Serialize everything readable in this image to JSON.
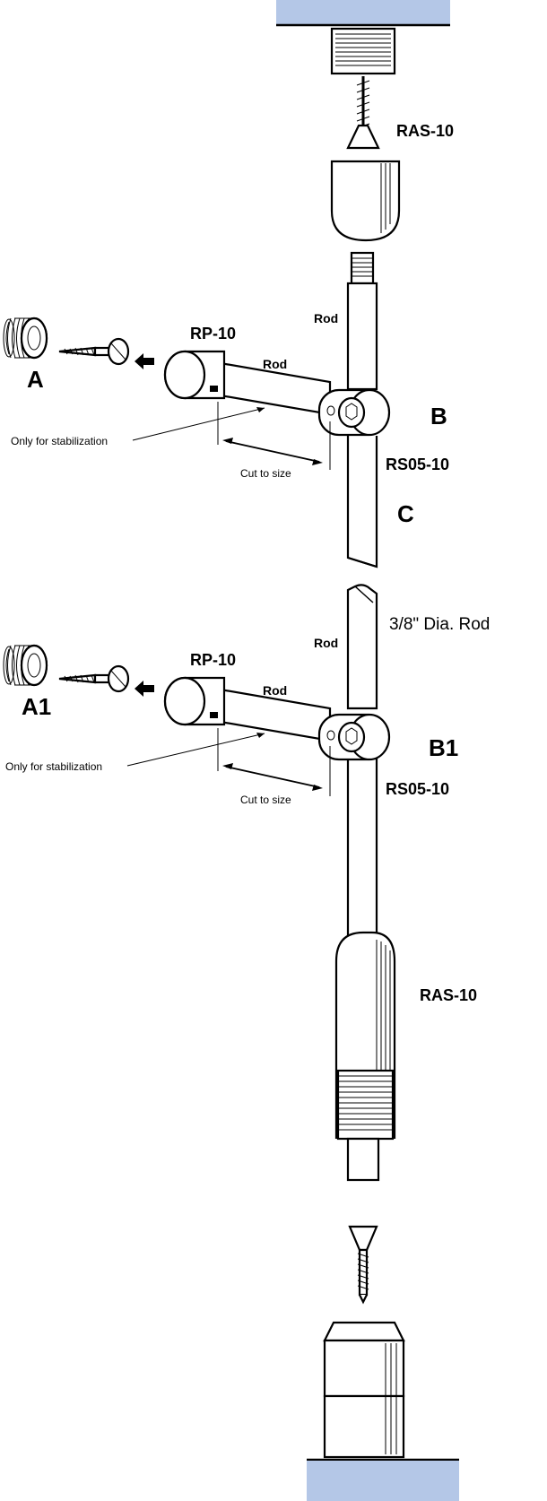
{
  "labels": {
    "ras_top": "RAS-10",
    "rod_vertical_top": "Rod",
    "rp_top": "RP-10",
    "rod_horizontal_top": "Rod",
    "a": "A",
    "b": "B",
    "c": "C",
    "rs_top": "RS05-10",
    "stabilization_top": "Only for stabilization",
    "cut_top": "Cut to size",
    "rod_diameter": "3/8\" Dia. Rod",
    "rod_vertical_bottom": "Rod",
    "rp_bottom": "RP-10",
    "rod_horizontal_bottom": "Rod",
    "a1": "A1",
    "b1": "B1",
    "rs_bottom": "RS05-10",
    "stabilization_bottom": "Only for stabilization",
    "cut_bottom": "Cut to size",
    "ras_bottom": "RAS-10"
  },
  "colors": {
    "mount_plate": "#b4c7e7",
    "line": "#000000",
    "fill": "#ffffff"
  }
}
